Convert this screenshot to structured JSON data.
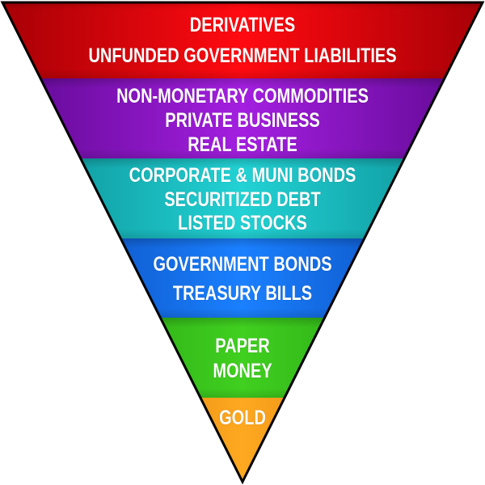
{
  "diagram": {
    "type": "inverted-pyramid",
    "title": "",
    "tiers": [
      {
        "id": "tier-1",
        "color": "#e0000a",
        "color_light": "#ff1a1a",
        "color_dark": "#a60006",
        "lines": [
          "DERIVATIVES",
          "UNFUNDED GOVERNMENT LIABILITIES"
        ]
      },
      {
        "id": "tier-2",
        "color": "#8a0fc0",
        "color_light": "#a41fe0",
        "color_dark": "#5e0890",
        "lines": [
          "NON-MONETARY COMMODITIES",
          "PRIVATE BUSINESS",
          "REAL ESTATE"
        ]
      },
      {
        "id": "tier-3",
        "color": "#13b3b5",
        "color_light": "#22d2d4",
        "color_dark": "#0a8a90",
        "lines": [
          "CORPORATE & MUNI BONDS",
          "SECURITIZED DEBT",
          "LISTED STOCKS"
        ]
      },
      {
        "id": "tier-4",
        "color": "#0a5fd8",
        "color_light": "#1a80ff",
        "color_dark": "#0840a8",
        "lines": [
          "GOVERNMENT BONDS",
          "TREASURY BILLS"
        ]
      },
      {
        "id": "tier-5",
        "color": "#2ab514",
        "color_light": "#40d020",
        "color_dark": "#1c8a0c",
        "lines": [
          "PAPER",
          "MONEY"
        ]
      },
      {
        "id": "tier-6",
        "color": "#f08a00",
        "color_light": "#ffa820",
        "color_dark": "#b86400",
        "lines": [
          "GOLD"
        ]
      }
    ],
    "outline_color": "#000000"
  }
}
